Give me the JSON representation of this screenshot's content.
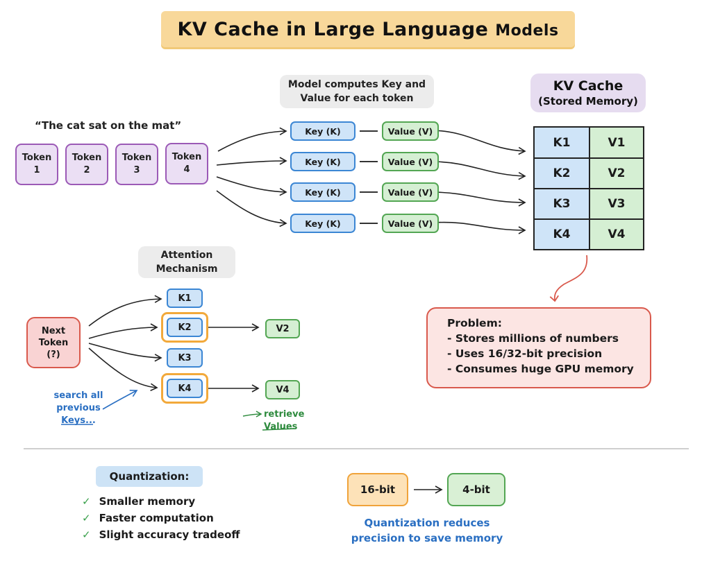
{
  "title": {
    "main": "KV Cache in Large Language ",
    "tail": "Models"
  },
  "sentence": "“The cat sat on the mat”",
  "tokens": [
    {
      "label": "Token",
      "num": "1"
    },
    {
      "label": "Token",
      "num": "2"
    },
    {
      "label": "Token",
      "num": "3"
    },
    {
      "label": "Token",
      "num": "4"
    }
  ],
  "compute_note": {
    "line1": "Model computes Key and",
    "line2": "Value for each token"
  },
  "kv_pairs": [
    {
      "key": "Key (K)",
      "value": "Value (V)"
    },
    {
      "key": "Key (K)",
      "value": "Value (V)"
    },
    {
      "key": "Key (K)",
      "value": "Value (V)"
    },
    {
      "key": "Key (K)",
      "value": "Value (V)"
    }
  ],
  "cache_note": {
    "line1": "KV Cache",
    "line2": "(Stored Memory)"
  },
  "cache_rows": [
    {
      "k": "K1",
      "v": "V1"
    },
    {
      "k": "K2",
      "v": "V2"
    },
    {
      "k": "K3",
      "v": "V3"
    },
    {
      "k": "K4",
      "v": "V4"
    }
  ],
  "problem": {
    "title": "Problem:",
    "items": [
      "- Stores millions of numbers",
      "- Uses 16/32-bit precision",
      "- Consumes huge GPU memory"
    ]
  },
  "attention": {
    "title_line1": "Attention",
    "title_line2": "Mechanism",
    "next_token": {
      "line1": "Next",
      "line2": "Token",
      "line3": "(?)"
    },
    "keys": [
      "K1",
      "K2",
      "K3",
      "K4"
    ],
    "highlighted_keys": [
      "K2",
      "K4"
    ],
    "values": [
      "V2",
      "V4"
    ],
    "search_note": {
      "line1": "search all",
      "line2": "previous",
      "line3": "Keys..."
    },
    "retrieve_note": {
      "line1": "retrieve",
      "line2": "Values"
    }
  },
  "quantization": {
    "label": "Quantization:",
    "benefits": [
      "Smaller memory",
      "Faster computation",
      "Slight accuracy tradeoff"
    ],
    "check_icon": "✓",
    "from": "16-bit",
    "to": "4-bit",
    "caption_line1": "Quantization reduces",
    "caption_line2": "precision to save memory"
  },
  "colors": {
    "title_bg": "#f8d89a",
    "token": "#9b59b6",
    "key": "#3b86d4",
    "value": "#53a653",
    "problem": "#d9594c",
    "highlight": "#f2a93b",
    "note_blue": "#2a6fc2"
  }
}
